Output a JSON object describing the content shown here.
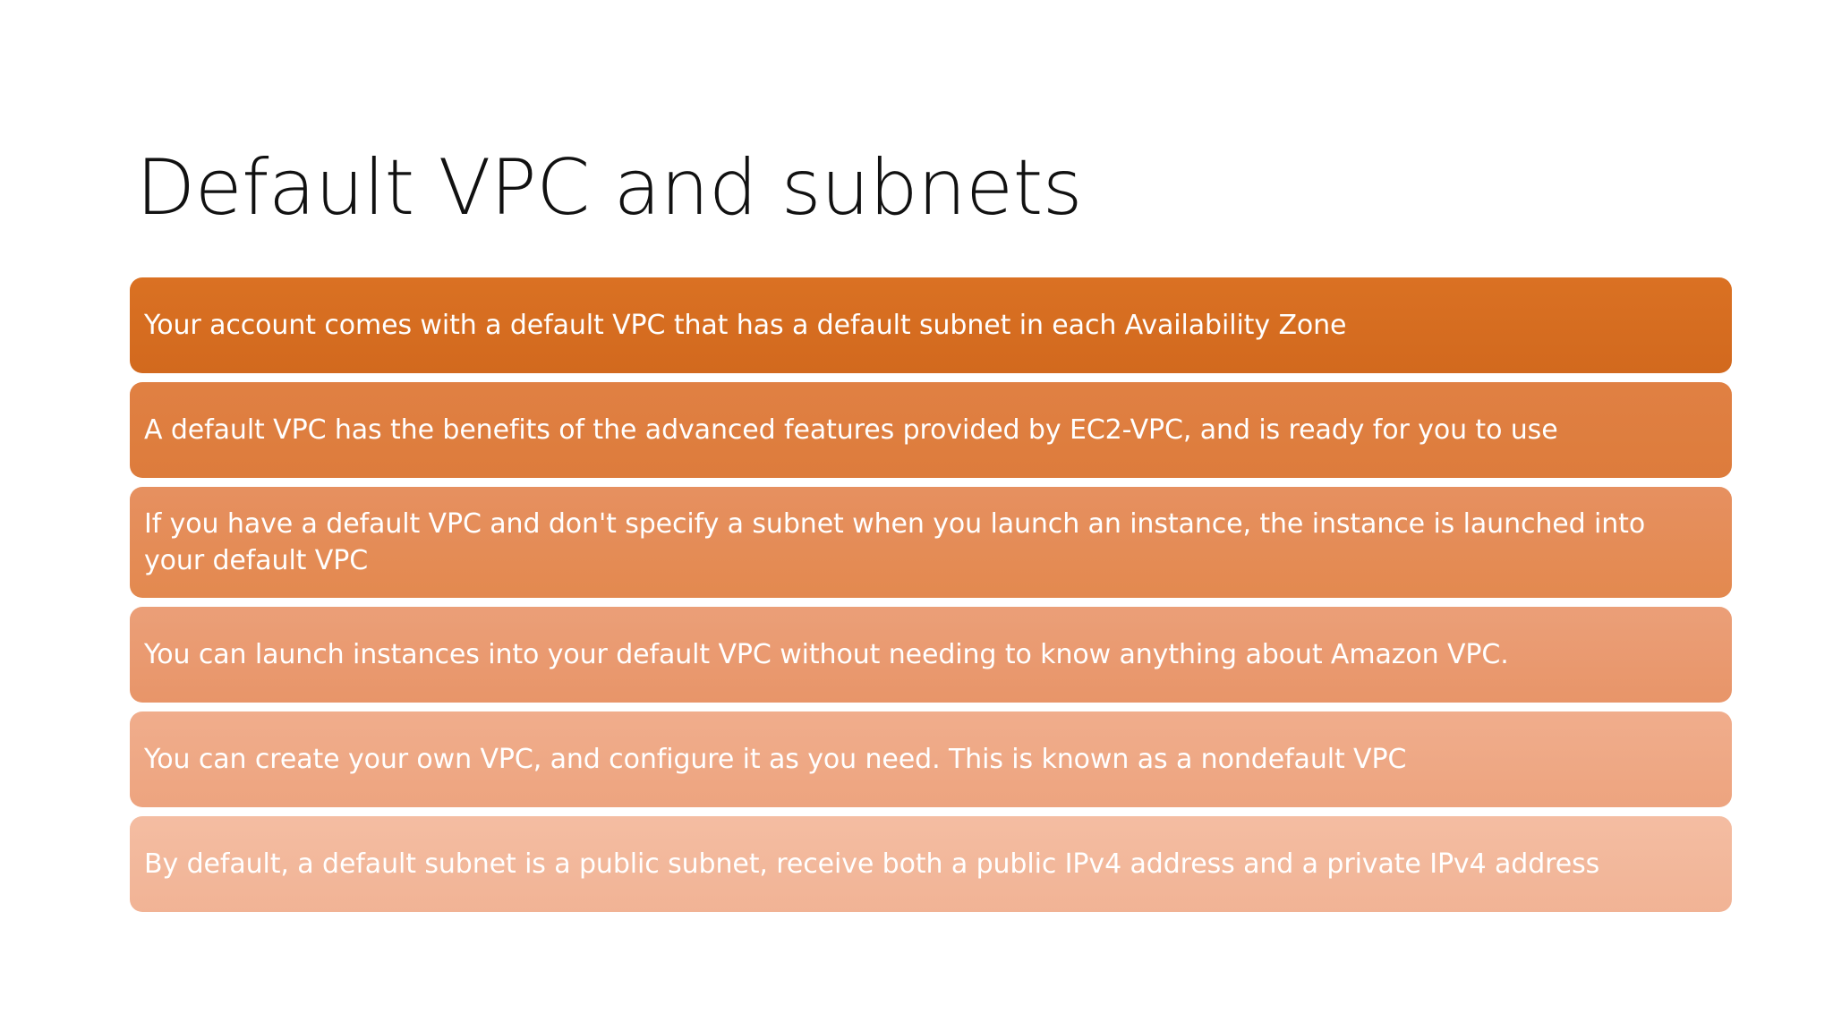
{
  "slide": {
    "title": "Default VPC and subnets",
    "background_color": "#ffffff",
    "title_color": "#111111"
  },
  "smartart": {
    "type": "vertical-box-list",
    "text_color": "#ffffff",
    "items": [
      {
        "index": 1,
        "text": "Your account comes with a default VPC that has a default subnet in each Availability Zone",
        "fill_start": "#da7123",
        "fill_end": "#d2691e",
        "lines": 1
      },
      {
        "index": 2,
        "text": "A default VPC has the benefits of the advanced features provided by EC2-VPC, and is ready for you to use",
        "fill_start": "#e08043",
        "fill_end": "#dd7c3c",
        "lines": 1
      },
      {
        "index": 3,
        "text": "If you have a default VPC and don't specify a subnet when you launch an instance, the instance is launched into your default VPC",
        "fill_start": "#e69060",
        "fill_end": "#e3894f",
        "lines": 2
      },
      {
        "index": 4,
        "text": "You can launch instances into your default VPC without needing to know anything about Amazon VPC.",
        "fill_start": "#eb9f78",
        "fill_end": "#e89569",
        "lines": 1
      },
      {
        "index": 5,
        "text": "You can create your own VPC, and configure it as you need. This is known as a nondefault VPC",
        "fill_start": "#f0ad8c",
        "fill_end": "#eda47f",
        "lines": 1
      },
      {
        "index": 6,
        "text": "By default, a default subnet is a public subnet, receive both a public IPv4 address and a private IPv4 address",
        "fill_start": "#f4bda2",
        "fill_end": "#f1b395",
        "lines": 1
      }
    ]
  }
}
